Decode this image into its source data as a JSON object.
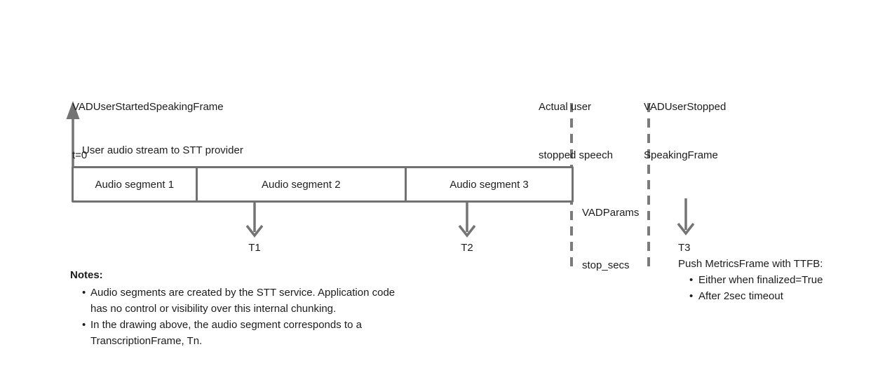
{
  "diagram": {
    "start_label": {
      "line1": "VADUserStartedSpeakingFrame",
      "line2": "t=0"
    },
    "stream_label": "User audio stream to STT provider",
    "segments": [
      {
        "label": "Audio segment 1"
      },
      {
        "label": "Audio segment 2"
      },
      {
        "label": "Audio segment 3"
      }
    ],
    "markers": {
      "t1": "T1",
      "t2": "T2",
      "t3": "T3"
    },
    "actual_stop_label": {
      "line1": "Actual user",
      "line2": "stopped speech"
    },
    "vad_stop_label": {
      "line1": "VADUserStopped",
      "line2": "SpeakingFrame"
    },
    "vad_params_label": {
      "line1": "VADParams",
      "line2": "stop_secs"
    },
    "t3_block": {
      "heading": "Push MetricsFrame with TTFB:",
      "bullets": [
        "Either when finalized=True",
        "After 2sec timeout"
      ],
      "bullet_glyph": "•"
    },
    "notes": {
      "heading": "Notes:",
      "items": [
        "Audio segments are created by the STT service. Application code has no control or visibility over this internal chunking.",
        "In the drawing above, the audio segment corresponds to a TranscriptionFrame, Tn."
      ],
      "bullet_glyph": "•"
    },
    "colors": {
      "line_gray": "#747474",
      "text": "#1c1c1c",
      "background": "#ffffff"
    }
  }
}
